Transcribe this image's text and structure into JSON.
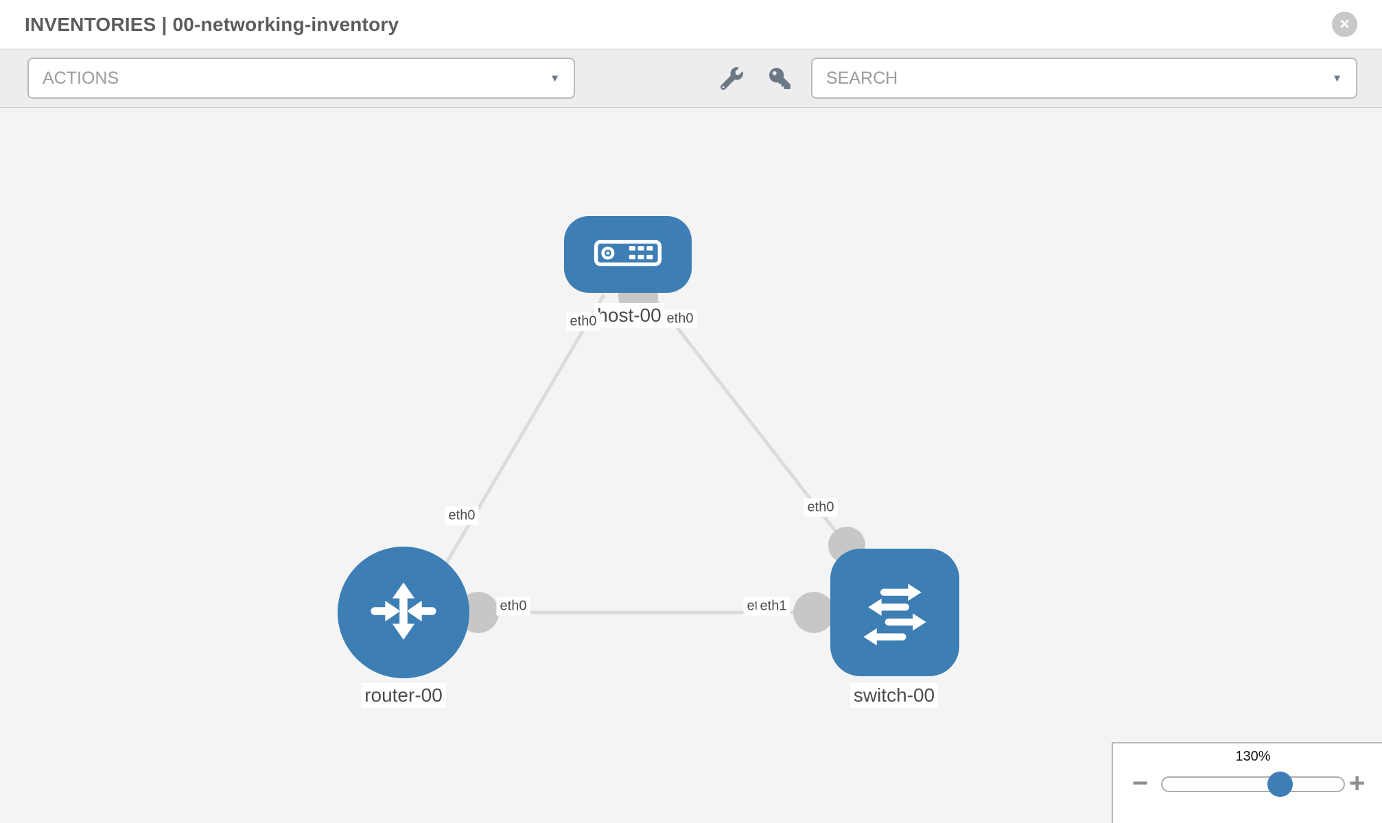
{
  "header": {
    "title": "INVENTORIES | 00-networking-inventory"
  },
  "toolbar": {
    "actions_label": "ACTIONS",
    "search_label": "SEARCH"
  },
  "icons": {
    "close": "✕",
    "caret": "▼",
    "minus": "−",
    "plus": "+",
    "toolbar_icons": [
      "wrench-icon",
      "key-icon"
    ]
  },
  "topology": {
    "nodes": [
      {
        "label": "host-00",
        "type": "host"
      },
      {
        "label": "router-00",
        "type": "router"
      },
      {
        "label": "switch-00",
        "type": "switch"
      }
    ],
    "interfaces": {
      "host_left": "eth0",
      "host_right": "eth0",
      "router_top": "eth0",
      "switch_top": "eth0",
      "link_mid_left": "eth0",
      "link_mid_right_back": "eth0",
      "link_mid_right_front": "eth1"
    }
  },
  "zoom_control": {
    "level": "130%"
  },
  "colors": {
    "node_blue": "#3d7eb5",
    "port_gray": "#c7c7c7",
    "link_gray": "#dbdbdb",
    "canvas_bg": "#f4f4f4",
    "toolbar_bg": "#ededed",
    "label_text": "#4c4c4c",
    "icon_gray": "#6d7887"
  }
}
